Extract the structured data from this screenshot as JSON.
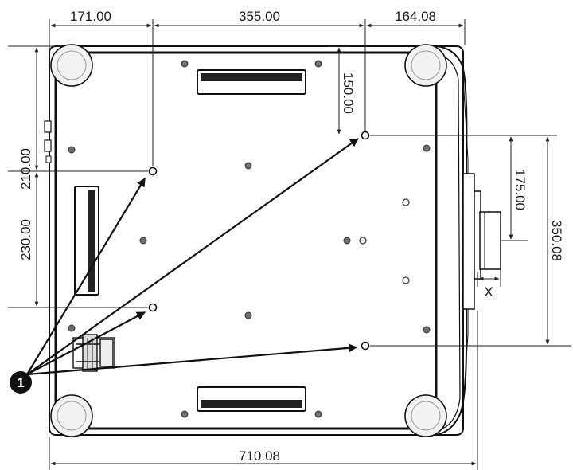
{
  "diagram": {
    "dimensions": {
      "top_left": "171.00",
      "top_middle": "355.00",
      "top_right": "164.08",
      "left_upper": "210.00",
      "left_lower": "230.00",
      "inner_vertical": "150.00",
      "right_inner": "175.00",
      "right_outer": "350.08",
      "bottom_total": "710.08"
    },
    "x_label": "X",
    "callout_number": "1",
    "colors": {
      "line": "#222222",
      "body_outline": "#111111",
      "foot_fill": "#f2f2f2",
      "screw_fill": "#6e6e6e",
      "callout_fill": "#111111"
    }
  }
}
